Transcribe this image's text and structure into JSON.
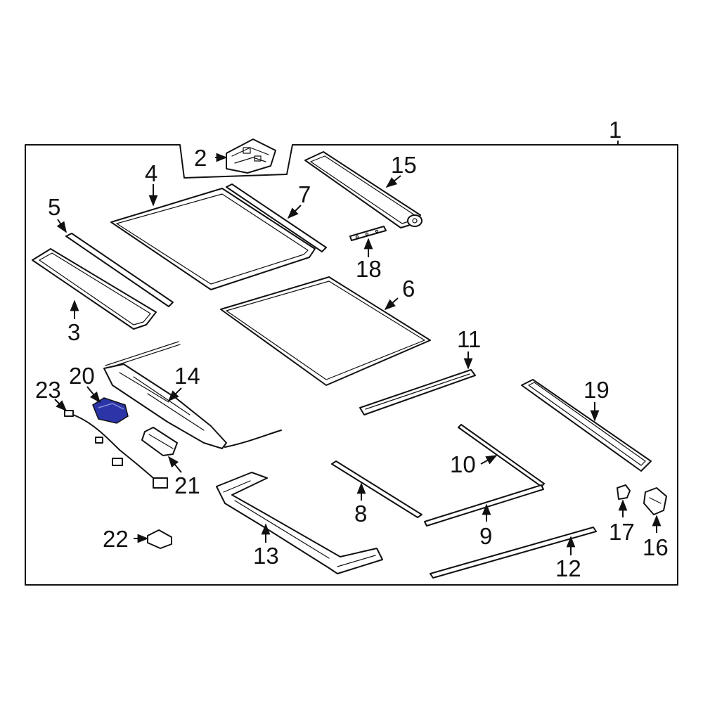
{
  "diagram": {
    "highlight_color": "#2b35a8",
    "line_color": "#111111",
    "callouts": {
      "c1": "1",
      "c2": "2",
      "c3": "3",
      "c4": "4",
      "c5": "5",
      "c6": "6",
      "c7": "7",
      "c8": "8",
      "c9": "9",
      "c10": "10",
      "c11": "11",
      "c12": "12",
      "c13": "13",
      "c14": "14",
      "c15": "15",
      "c16": "16",
      "c17": "17",
      "c18": "18",
      "c19": "19",
      "c20": "20",
      "c21": "21",
      "c22": "22",
      "c23": "23"
    },
    "highlighted_part": "20"
  }
}
